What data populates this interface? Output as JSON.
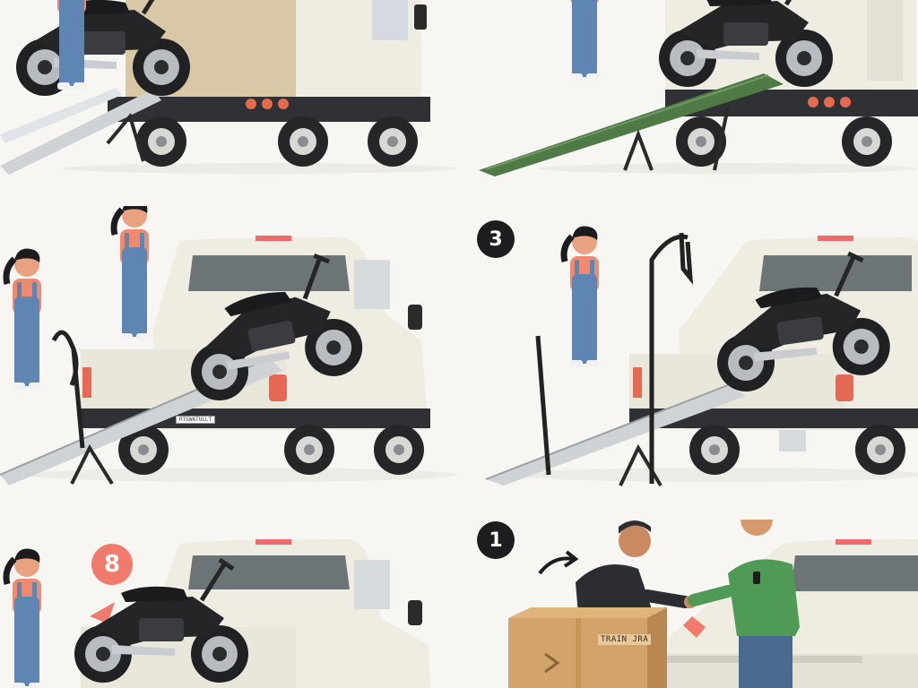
{
  "panels": [
    {
      "id": "top-left",
      "scene": "box-truck-ramp-push"
    },
    {
      "id": "top-right",
      "scene": "box-truck-green-ramp"
    },
    {
      "id": "middle-left",
      "scene": "pickup-ramp-two-women"
    },
    {
      "id": "middle-right",
      "scene": "pickup-ramp-hook-pole",
      "step_badge": "3"
    },
    {
      "id": "bottom-left",
      "scene": "pickup-loaded-motorcycle",
      "step_badge": "8"
    },
    {
      "id": "bottom-right",
      "scene": "box-handover",
      "step_badge": "1"
    }
  ],
  "box_label": "TRAIN JRA",
  "plate_text": "RTSWATULLT",
  "colors": {
    "background": "#f7f6f3",
    "truck_body": "#efece1",
    "motorcycle": "#232527",
    "overalls": "#5f86b3",
    "ramp_green": "#4f7a45",
    "badge_dark": "#1d1d1f",
    "badge_coral": "#f07a6b",
    "cardboard": "#d2a36a",
    "hoodie_green": "#4f9a55"
  }
}
